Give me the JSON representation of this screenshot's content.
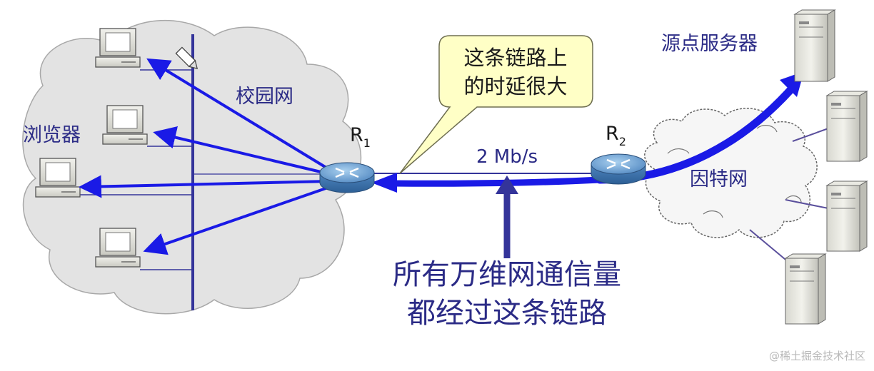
{
  "labels": {
    "campus": "校园网",
    "browser": "浏览器",
    "internet": "因特网",
    "origin_server": "源点服务器",
    "callout_line1": "这条链路上",
    "callout_line2": "的时延很大",
    "rate": "2 Mb/s",
    "r1_main": "R",
    "r1_sub": "1",
    "r2_main": "R",
    "r2_sub": "2",
    "bottom_line1": "所有万维网通信量",
    "bottom_line2": "都经过这条链路"
  },
  "watermark": "@稀土掘金技术社区",
  "colors": {
    "accent_blue": "#1a1ae6",
    "text_navy": "#2b2b86",
    "cloud_fill": "#e3e3e3",
    "callout_fill": "#ffffc6",
    "router_blue": "#5b8fc6"
  }
}
